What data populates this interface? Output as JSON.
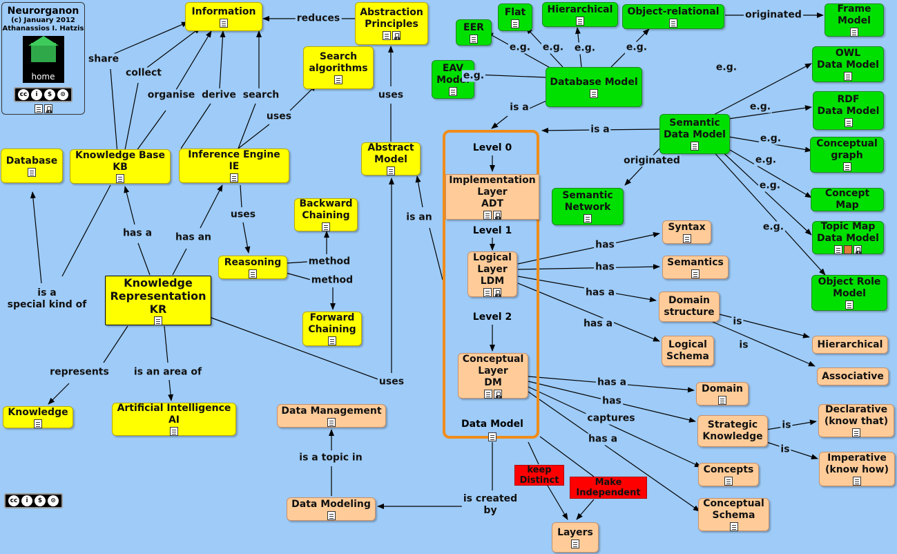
{
  "header": {
    "title": "Neurorganon",
    "date": "(c) January 2012",
    "author": "Athanassios I. Hatzis",
    "home_label": "home",
    "license_label": "BY NC SA"
  },
  "nodes": {
    "information": "Information",
    "abstraction_principles": "Abstraction\nPrinciples",
    "search_algorithms": "Search\nalgorithms",
    "database": "Database",
    "knowledge_base": "Knowledge Base\nKB",
    "inference_engine": "Inference Engine\nIE",
    "abstract_model": "Abstract\nModel",
    "backward_chaining": "Backward\nChaining",
    "reasoning": "Reasoning",
    "forward_chaining": "Forward\nChaining",
    "knowledge_representation": "Knowledge\nRepresentation\nKR",
    "knowledge": "Knowledge",
    "artificial_intelligence": "Artificial Intelligence\nAI",
    "data_management": "Data Management",
    "data_modeling": "Data Modeling",
    "layers": "Layers",
    "keep_distinct": "keep\nDistinct",
    "make_independent": "Make\nIndependent",
    "eer": "EER",
    "flat": "Flat",
    "hierarchical_g": "Hierarchical",
    "object_relational": "Object-relational",
    "frame_model": "Frame\nModel",
    "eav_model": "EAV\nModel",
    "database_model": "Database Model",
    "owl_data_model": "OWL\nData Model",
    "rdf_data_model": "RDF\nData Model",
    "semantic_data_model": "Semantic\nData Model",
    "conceptual_graph": "Conceptual\ngraph",
    "concept_map": "Concept Map",
    "topic_map_data_model": "Topic Map\nData Model",
    "object_role_model": "Object Role\nModel",
    "semantic_network": "Semantic\nNetwork",
    "syntax": "Syntax",
    "semantics": "Semantics",
    "domain_structure": "Domain\nstructure",
    "logical_schema": "Logical\nSchema",
    "hierarchical_o": "Hierarchical",
    "associative": "Associative",
    "domain": "Domain",
    "strategic_knowledge": "Strategic\nKnowledge",
    "declarative": "Declarative\n(know that)",
    "imperative": "Imperative\n(know how)",
    "concepts": "Concepts",
    "conceptual_schema": "Conceptual\nSchema",
    "implementation_layer": "Implementation\nLayer\nADT",
    "logical_layer": "Logical\nLayer\nLDM",
    "conceptual_layer": "Conceptual\nLayer\nDM"
  },
  "levels": {
    "level0": "Level 0",
    "level1": "Level 1",
    "level2": "Level 2",
    "data_model": "Data Model"
  },
  "links": {
    "reduces": "reduces",
    "share": "share",
    "collect": "collect",
    "organise": "organise",
    "derive": "derive",
    "search": "search",
    "uses_search": "uses",
    "uses_abstraction": "uses",
    "uses_reasoning": "uses",
    "uses_abstract": "uses",
    "is_an_abstract": "is an",
    "method_backward": "method",
    "method_forward": "method",
    "has_a_kb": "has a",
    "has_an_ie": "has an",
    "is_a_special_kind_of": "is a\nspecial kind of",
    "represents": "represents",
    "is_an_area_of": "is an area of",
    "is_a_topic_in": "is a topic in",
    "is_created_by": "is created\nby",
    "eg_eer": "e.g.",
    "eg_flat": "e.g.",
    "eg_hier": "e.g.",
    "eg_objrel": "e.g.",
    "eg_eav": "e.g.",
    "originated_frame": "originated",
    "is_a_dbmodel": "is a",
    "is_a_semantic": "is a",
    "originated_semnet": "originated",
    "eg_owl": "e.g.",
    "eg_rdf": "e.g.",
    "eg_cgraph": "e.g.",
    "eg_cmap": "e.g.",
    "eg_topic": "e.g.",
    "eg_orm": "e.g.",
    "has_syntax": "has",
    "has_semantics": "has",
    "has_a_domain_structure": "has a",
    "has_a_logical_schema": "has a",
    "is_hier": "is",
    "is_assoc": "is",
    "has_a_domain": "has a",
    "has_strategic": "has",
    "captures": "captures",
    "has_a_conceptual_schema": "has a",
    "is_declarative": "is",
    "is_imperative": "is"
  },
  "colors": {
    "background": "#9ecbf7",
    "yellow": "#ffff00",
    "green": "#00e000",
    "peach": "#ffcc99",
    "red": "#ff0000",
    "layer_border": "#f08c1a"
  }
}
